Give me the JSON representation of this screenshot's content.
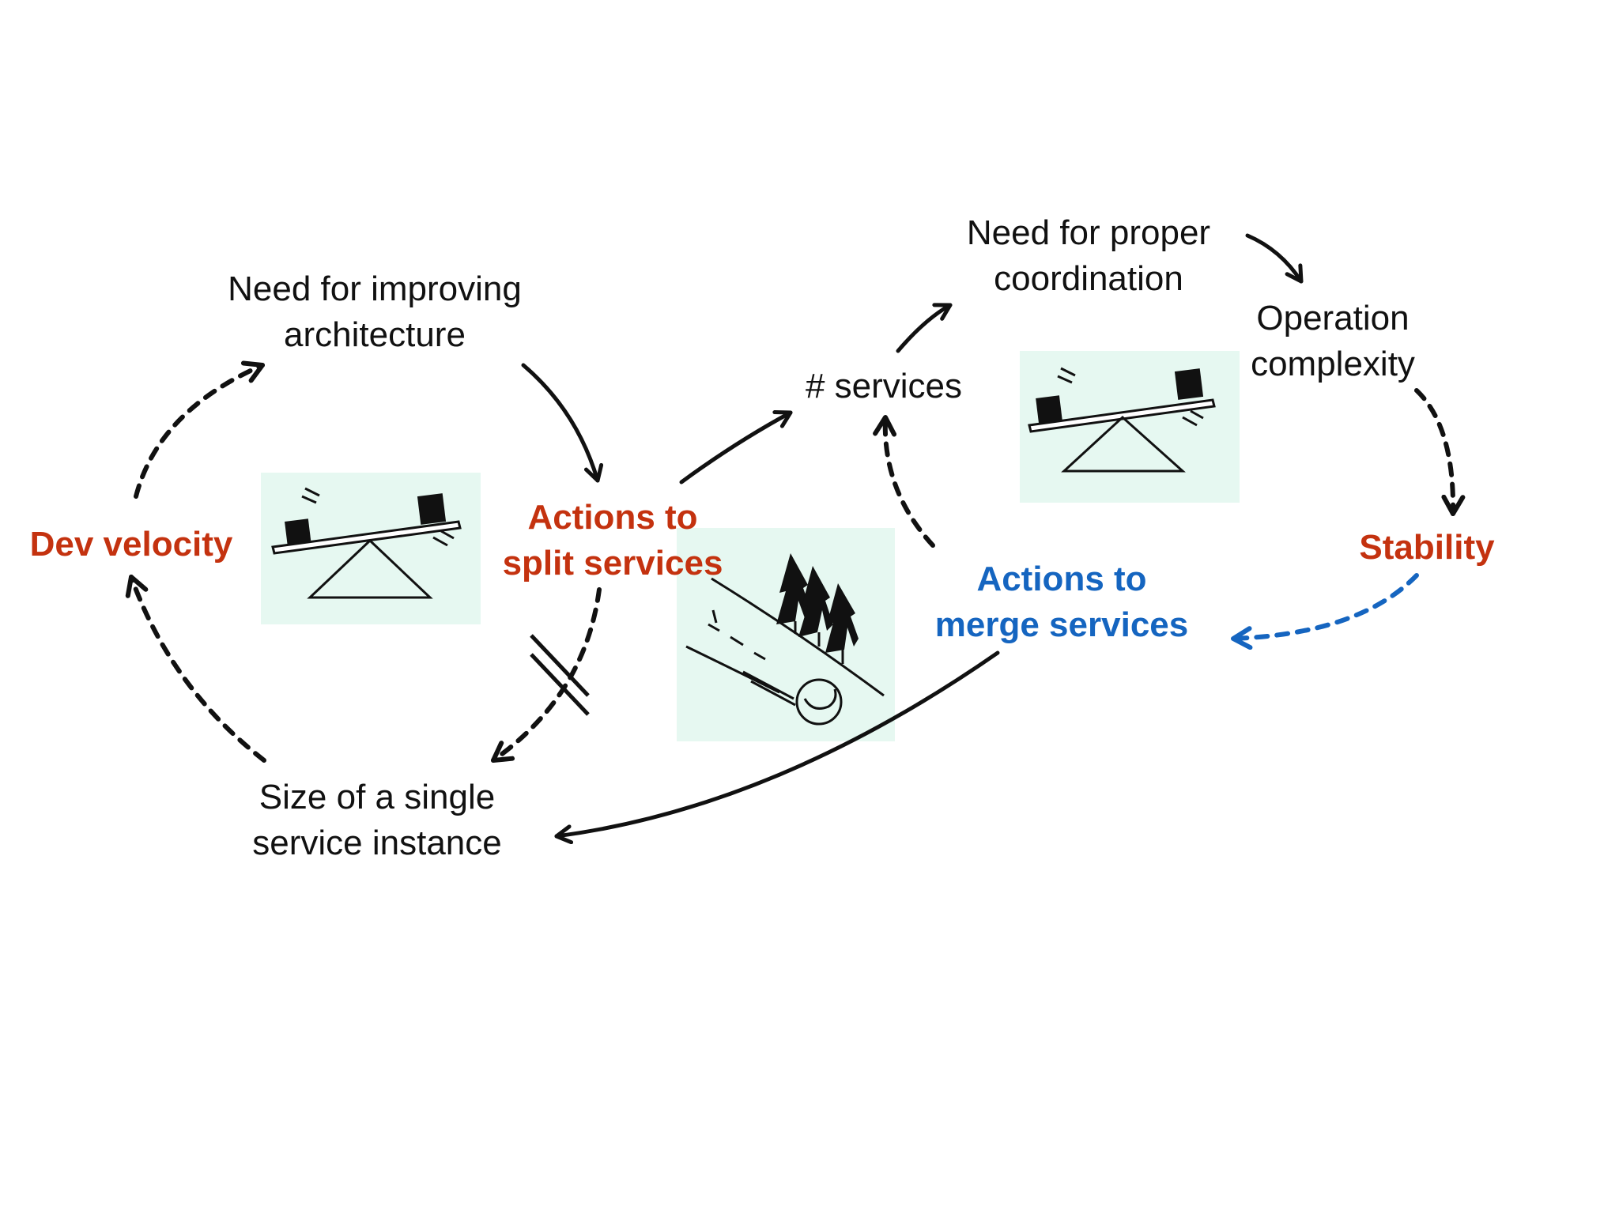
{
  "colors": {
    "ink": "#111111",
    "reinforcing": "#c4320f",
    "balancing": "#1565c0",
    "panel": "#e6f8f1"
  },
  "nodes": {
    "need_architecture": {
      "line1": "Need for improving",
      "line2": "architecture"
    },
    "dev_velocity": {
      "text": "Dev velocity"
    },
    "actions_split": {
      "line1": "Actions to",
      "line2": "split services"
    },
    "size_single": {
      "line1": "Size of a single",
      "line2": "service instance"
    },
    "services_count": {
      "text": "# services"
    },
    "need_coordination": {
      "line1": "Need for proper",
      "line2": "coordination"
    },
    "operation_complexity": {
      "line1": "Operation",
      "line2": "complexity"
    },
    "stability": {
      "text": "Stability"
    },
    "actions_merge": {
      "line1": "Actions to",
      "line2": "merge services"
    }
  },
  "icons": [
    "seesaw-icon",
    "seesaw-icon",
    "snowball-icon"
  ]
}
